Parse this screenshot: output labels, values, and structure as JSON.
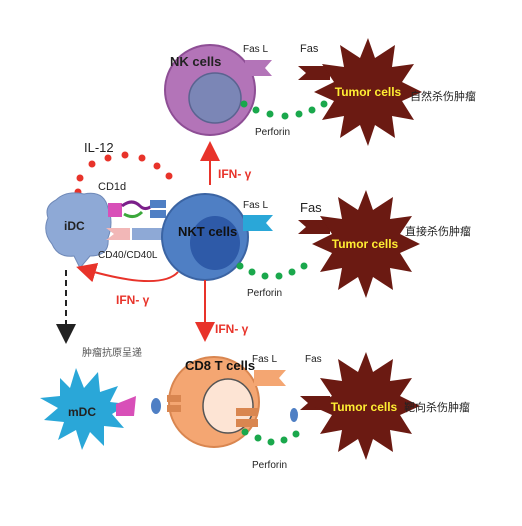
{
  "labels": {
    "nk_cells": "NK cells",
    "nkt_cells": "NKT cells",
    "cd8_t_cells": "CD8 T cells",
    "idc": "iDC",
    "mdc": "mDC",
    "tumor_cells": "Tumor cells",
    "fas_l": "Fas L",
    "fas": "Fas",
    "perforin": "Perforin",
    "il12": "IL-12",
    "cd1d": "CD1d",
    "cd40": "CD40/CD40L",
    "ifn_gamma": "IFN- γ",
    "tumor_antigen_presentation": "肿瘤抗原呈递",
    "natural_killing": "自然杀伤肿瘤",
    "direct_killing": "直接杀伤肿瘤",
    "targeted_killing": "靶向杀伤肿瘤"
  },
  "colors": {
    "nk_outer": "#b374b8",
    "nk_inner": "#7b86b6",
    "nkt_outer": "#4f7fc4",
    "nkt_inner": "#2e5aa8",
    "cd8_outer": "#f4a672",
    "cd8_inner": "#fde4d4",
    "tumor": "#6b1a12",
    "tumor_label": "#ffee33",
    "arrow_red": "#e8332a",
    "perforin_dot": "#1aa84c",
    "il12_dot": "#e8332a",
    "idc": "#8ea9d6",
    "mdc": "#2aa7d8",
    "receptor_pink": "#d84fb8"
  }
}
